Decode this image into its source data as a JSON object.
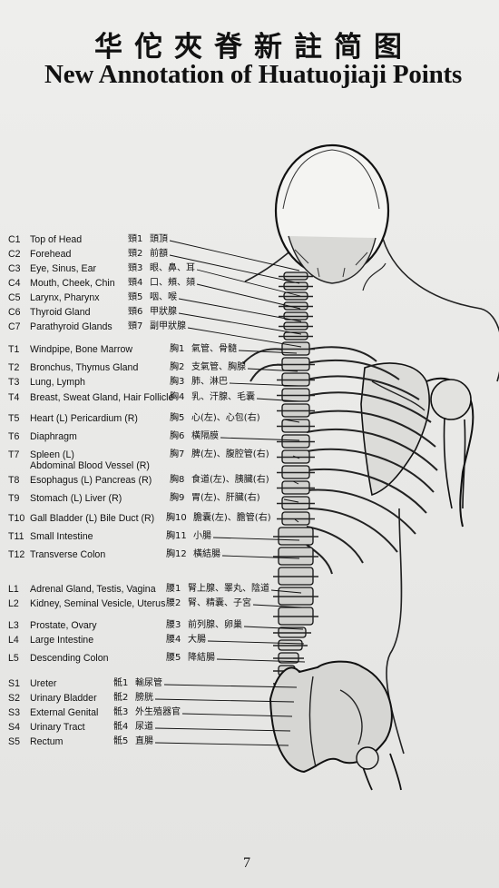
{
  "title_cn": "华佗夾脊新註简图",
  "title_en": "New Annotation of Huatuojiaji Points",
  "page_number": "7",
  "points": [
    {
      "code": "C1",
      "en": "Top of Head",
      "cn_code": "頸1",
      "cn": "頭頂"
    },
    {
      "code": "C2",
      "en": "Forehead",
      "cn_code": "頸2",
      "cn": "前額"
    },
    {
      "code": "C3",
      "en": "Eye, Sinus, Ear",
      "cn_code": "頸3",
      "cn": "眼、鼻、耳"
    },
    {
      "code": "C4",
      "en": "Mouth, Cheek, Chin",
      "cn_code": "頸4",
      "cn": "口、頰、頦"
    },
    {
      "code": "C5",
      "en": "Larynx, Pharynx",
      "cn_code": "頸5",
      "cn": "咽、喉"
    },
    {
      "code": "C6",
      "en": "Thyroid Gland",
      "cn_code": "頸6",
      "cn": "甲狀腺"
    },
    {
      "code": "C7",
      "en": "Parathyroid Glands",
      "cn_code": "頸7",
      "cn": "副甲狀腺"
    },
    {
      "code": "T1",
      "en": "Windpipe, Bone Marrow",
      "cn_code": "胸1",
      "cn": "氣管、骨髓"
    },
    {
      "code": "T2",
      "en": "Bronchus, Thymus Gland",
      "cn_code": "胸2",
      "cn": "支氣管、胸腺"
    },
    {
      "code": "T3",
      "en": "Lung, Lymph",
      "cn_code": "胸3",
      "cn": "肺、淋巴"
    },
    {
      "code": "T4",
      "en": "Breast, Sweat Gland, Hair Follicle",
      "cn_code": "胸4",
      "cn": "乳、汗腺、毛囊"
    },
    {
      "code": "T5",
      "en": "Heart (L) Pericardium (R)",
      "cn_code": "胸5",
      "cn": "心(左)、心包(右)"
    },
    {
      "code": "T6",
      "en": "Diaphragm",
      "cn_code": "胸6",
      "cn": "橫隔膜"
    },
    {
      "code": "T7",
      "en": "Spleen (L)",
      "en2": "Abdominal Blood Vessel (R)",
      "cn_code": "胸7",
      "cn": "脾(左)、腹腔管(右)"
    },
    {
      "code": "T8",
      "en": "Esophagus (L) Pancreas (R)",
      "cn_code": "胸8",
      "cn": "食道(左)、胰臟(右)"
    },
    {
      "code": "T9",
      "en": "Stomach (L) Liver (R)",
      "cn_code": "胸9",
      "cn": "胃(左)、肝臟(右)"
    },
    {
      "code": "T10",
      "en": "Gall Bladder (L) Bile Duct (R)",
      "cn_code": "胸10",
      "cn": "膽囊(左)、膽管(右)"
    },
    {
      "code": "T11",
      "en": "Small Intestine",
      "cn_code": "胸11",
      "cn": "小腸"
    },
    {
      "code": "T12",
      "en": "Transverse Colon",
      "cn_code": "胸12",
      "cn": "橫結腸"
    },
    {
      "code": "L1",
      "en": "Adrenal Gland, Testis, Vagina",
      "cn_code": "腰1",
      "cn": "腎上腺、睪丸、陰道"
    },
    {
      "code": "L2",
      "en": "Kidney, Seminal Vesicle, Uterus",
      "cn_code": "腰2",
      "cn": "腎、精囊、子宮"
    },
    {
      "code": "L3",
      "en": "Prostate, Ovary",
      "cn_code": "腰3",
      "cn": "前列腺、卵巢"
    },
    {
      "code": "L4",
      "en": "Large Intestine",
      "cn_code": "腰4",
      "cn": "大腸"
    },
    {
      "code": "L5",
      "en": "Descending Colon",
      "cn_code": "腰5",
      "cn": "降結腸"
    },
    {
      "code": "S1",
      "en": "Ureter",
      "cn_code": "骶1",
      "cn": "輸尿管"
    },
    {
      "code": "S2",
      "en": "Urinary Bladder",
      "cn_code": "骶2",
      "cn": "膀胱"
    },
    {
      "code": "S3",
      "en": "External Genital",
      "cn_code": "骶3",
      "cn": "外生殖器官"
    },
    {
      "code": "S4",
      "en": "Urinary Tract",
      "cn_code": "骶4",
      "cn": "尿道"
    },
    {
      "code": "S5",
      "en": "Rectum",
      "cn_code": "骶5",
      "cn": "直腸"
    }
  ]
}
